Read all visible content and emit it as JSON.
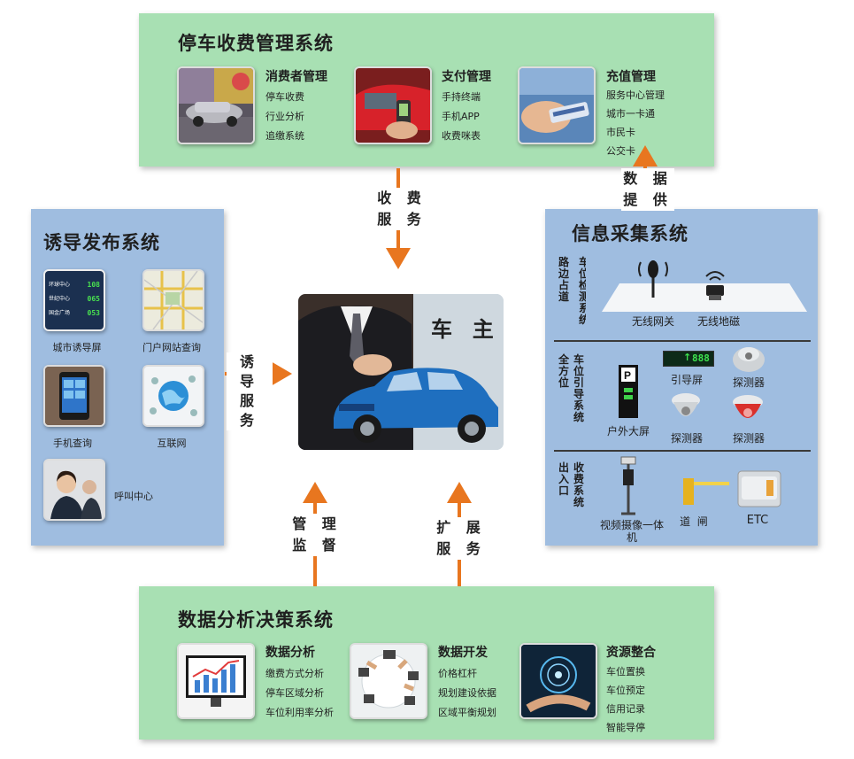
{
  "top": {
    "title": "停车收费管理系统",
    "modules": [
      {
        "title": "消费者管理",
        "items": [
          "停车收费",
          "行业分析",
          "追缴系统"
        ]
      },
      {
        "title": "支付管理",
        "items": [
          "手持终端",
          "手机APP",
          "收费咪表"
        ]
      },
      {
        "title": "充值管理",
        "items": [
          "服务中心管理",
          "城市一卡通",
          "市民卡",
          "公交卡"
        ]
      }
    ]
  },
  "left": {
    "title": "诱导发布系统",
    "items": [
      "城市诱导屏",
      "门户网站查询",
      "手机查询",
      "互联网",
      "呼叫中心"
    ],
    "screen_rows": [
      {
        "name": "环球中心",
        "value": "108"
      },
      {
        "name": "世纪中心",
        "value": "065"
      },
      {
        "name": "国金广场",
        "value": "053"
      }
    ]
  },
  "right": {
    "title": "信息采集系统",
    "sections": [
      {
        "label": "路边占道车位检测系统",
        "items": [
          "无线网关",
          "无线地磁"
        ]
      },
      {
        "label": "全方位车位引导系统",
        "items": [
          "户外大屏",
          "引导屏",
          "探测器",
          "探测器",
          "探测器"
        ],
        "guide_screen": "888"
      },
      {
        "label": "出入口收费系统",
        "items": [
          "视频摄像一体机",
          "道  闸",
          "ETC"
        ]
      }
    ]
  },
  "bottom": {
    "title": "数据分析决策系统",
    "modules": [
      {
        "title": "数据分析",
        "items": [
          "缴费方式分析",
          "停车区域分析",
          "车位利用率分析"
        ]
      },
      {
        "title": "数据开发",
        "items": [
          "价格杠杆",
          "规划建设依据",
          "区域平衡规划"
        ]
      },
      {
        "title": "资源整合",
        "items": [
          "车位置换",
          "车位预定",
          "信用记录",
          "智能导停"
        ]
      }
    ]
  },
  "center": {
    "label": "车  主"
  },
  "arrows": {
    "top_down": [
      "收 费",
      "服 务"
    ],
    "left_right": [
      "诱 导",
      "服 务"
    ],
    "right_up": [
      "数 据",
      "提 供"
    ],
    "bottom_left": [
      "管 理",
      "监 督"
    ],
    "bottom_right": [
      "扩 展",
      "服 务"
    ]
  },
  "colors": {
    "green_panel": "#a8e0b3",
    "blue_panel": "#9fbde0",
    "arrow": "#e8761f"
  }
}
